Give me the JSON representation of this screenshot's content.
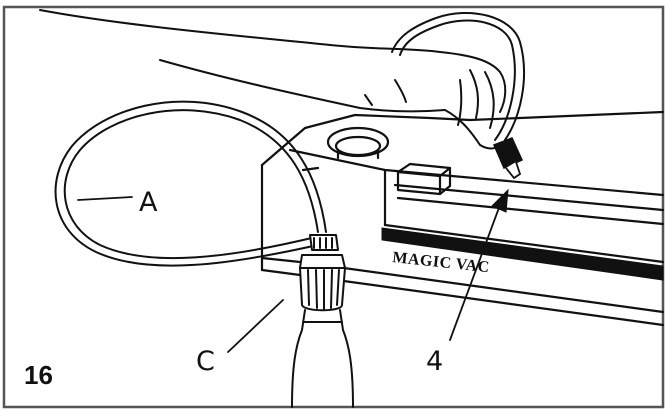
{
  "figure": {
    "number": "16",
    "brand_label": "MAGIC VAC",
    "callouts": {
      "hose": "A",
      "bottle_stopper": "C",
      "port": "4"
    }
  },
  "colors": {
    "ink": "#111111",
    "paper": "#ffffff",
    "frame": "#555555"
  },
  "icons": [
    "hand-icon",
    "hose-icon",
    "bottle-icon",
    "vacuum-sealer-icon",
    "arrow-icon"
  ]
}
